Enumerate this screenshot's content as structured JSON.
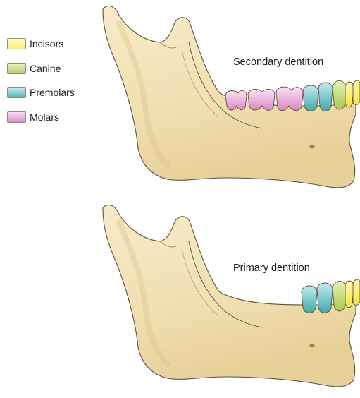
{
  "legend": [
    {
      "label": "Incisors",
      "color": "#fbef6e"
    },
    {
      "label": "Canine",
      "color": "#c3dd6d"
    },
    {
      "label": "Premolars",
      "color": "#66c2c8"
    },
    {
      "label": "Molars",
      "color": "#e7a2d6"
    }
  ],
  "captions": {
    "secondary": "Secondary dentition",
    "primary": "Primary dentition"
  },
  "colors": {
    "bone": "#f2e1b6",
    "bone_shadow": "#e0c994",
    "outline": "#5e5038"
  }
}
